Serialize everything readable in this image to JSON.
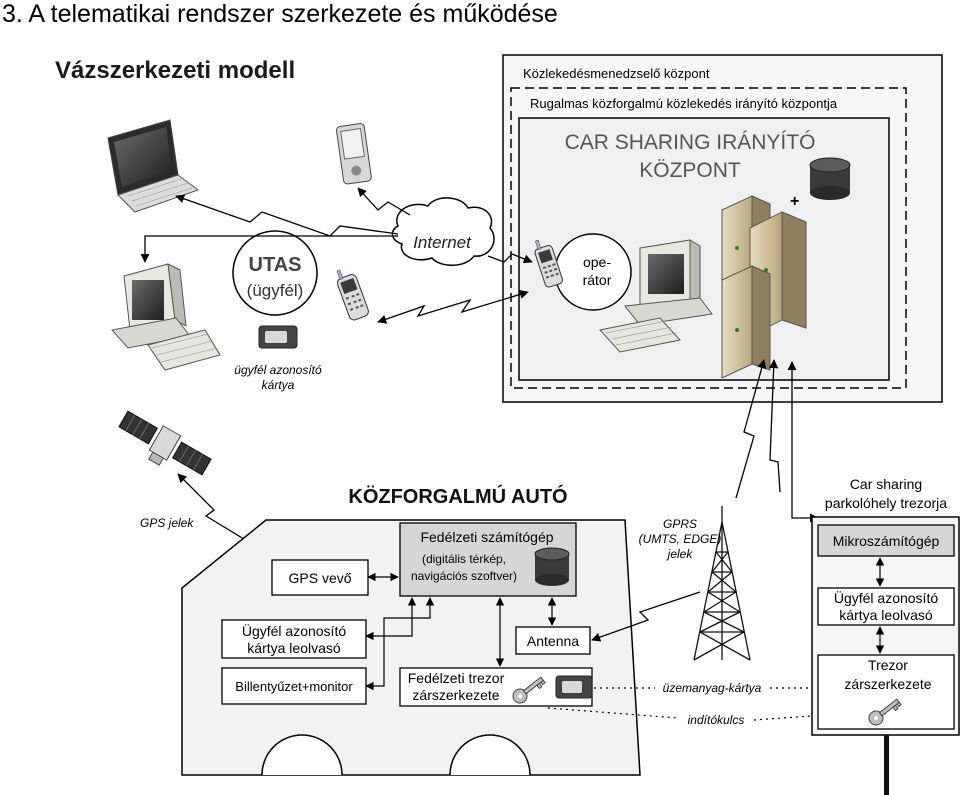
{
  "page": {
    "title": "3. A telematikai rendszer szerkezete és működése",
    "subtitle": "Vázszerkezeti modell"
  },
  "center": {
    "outer_label": "Közlekedésmenedzselő központ",
    "inner_label": "Rugalmas közforgalmú közlekedés irányító központja",
    "title_line1": "CAR SHARING IRÁNYÍTÓ",
    "title_line2": "KÖZPONT",
    "plus": "+",
    "operator_line1": "ope-",
    "operator_line2": "rátor"
  },
  "client": {
    "label_line1": "UTAS",
    "label_line2": "(ügyfél)",
    "card_line1": "ügyfél azonosító",
    "card_line2": "kártya"
  },
  "internet": "Internet",
  "gps_signal": "GPS jelek",
  "car": {
    "title": "KÖZFORGALMÚ AUTÓ",
    "gps_receiver": "GPS vevő",
    "computer_title": "Fedélzeti számítógép",
    "computer_desc1": "(digitális térkép,",
    "computer_desc2": "navigációs szoftver)",
    "reader_line1": "Ügyfél azonosító",
    "reader_line2": "kártya leolvasó",
    "keyboard": "Billentyűzet+monitor",
    "antenna": "Antenna",
    "lock_line1": "Fedélzeti trezor",
    "lock_line2": "zárszerkezete"
  },
  "gprs": {
    "line1": "GPRS",
    "line2": "(UMTS, EDGE)",
    "line3": "jelek"
  },
  "fuel_card": "üzemanyag-kártya",
  "ignition_key": "indítókulcs",
  "safe": {
    "title_line1": "Car sharing",
    "title_line2": "parkolóhely trezorja",
    "micro": "Mikroszámítógép",
    "reader_line1": "Ügyfél azonosító",
    "reader_line2": "kártya leolvasó",
    "lock_line1": "Trezor",
    "lock_line2": "zárszerkezete"
  },
  "icons": [
    "laptop-icon",
    "pda-icon",
    "desktop-computer-icon",
    "mobile-phone-icon",
    "id-card-icon",
    "satellite-icon",
    "internet-cloud-icon",
    "database-icon",
    "server-icon",
    "radio-tower-icon",
    "key-icon"
  ]
}
